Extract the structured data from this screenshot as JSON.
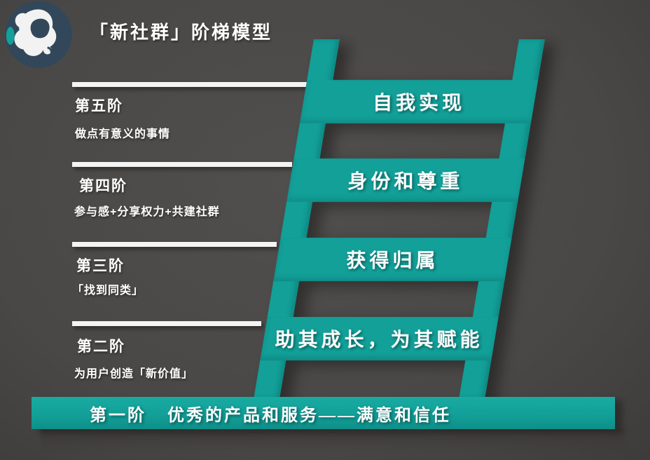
{
  "title": "「新社群」阶梯模型",
  "colors": {
    "background": "#4a4846",
    "teal": "#12a099",
    "shadow_bar": "#3b3936",
    "line_white": "#f4f4f4",
    "logo_bg": "#32485a"
  },
  "logo": {
    "icon": "monkey-logo-icon"
  },
  "levels": [
    {
      "name": "第五阶",
      "desc": "做点有意义的事情"
    },
    {
      "name": "第四阶",
      "desc": "参与感+分享权力+共建社群"
    },
    {
      "name": "第三阶",
      "desc": "「找到同类」"
    },
    {
      "name": "第二阶",
      "desc": "为用户创造「新价值」"
    }
  ],
  "ladder_rungs": [
    "自我实现",
    "身份和尊重",
    "获得归属",
    "助其成长，为其赋能"
  ],
  "base": {
    "label": "第一阶",
    "text": "优秀的产品和服务——满意和信任"
  }
}
